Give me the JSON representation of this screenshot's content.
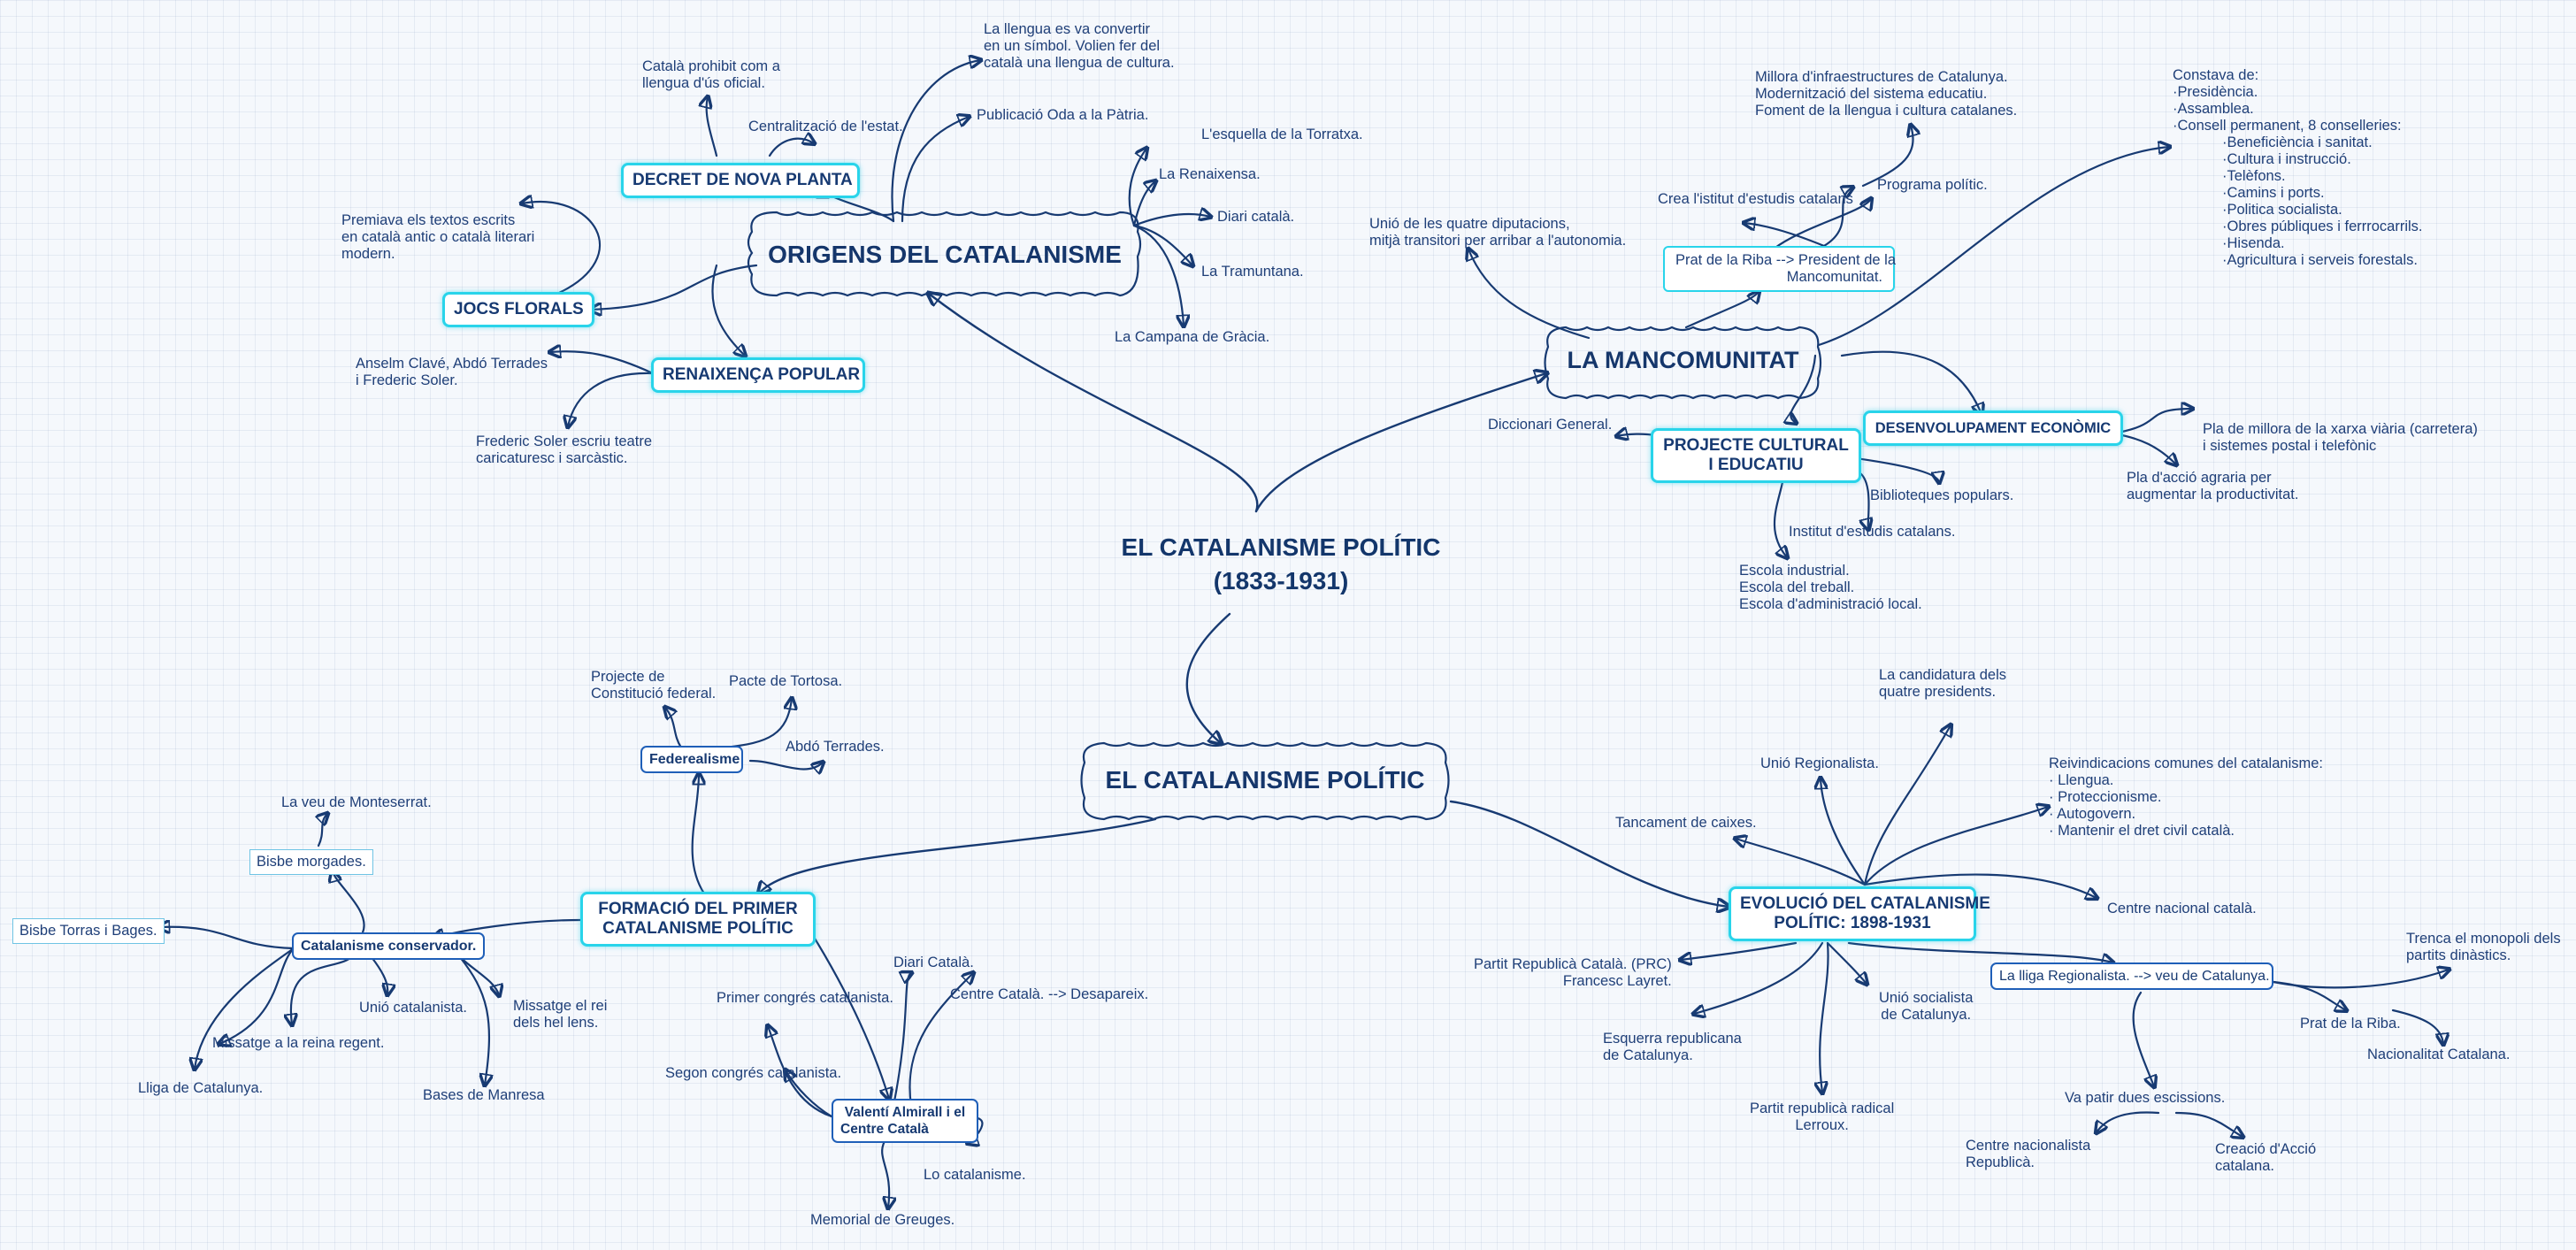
{
  "title": [
    "EL CATALANISME POLÍTIC",
    "(1833-1931)"
  ],
  "clouds": {
    "origens": "ORIGENS DEL CATALANISME",
    "mancomunitat": "LA MANCOMUNITAT",
    "politic": "EL CATALANISME POLÍTIC"
  },
  "origens": {
    "decret": "DECRET DE NOVA PLANTA",
    "decret_prohibit": [
      "Català prohibit com a",
      "llengua d'ús oficial."
    ],
    "decret_centralitzacio": "Centralització de l'estat.",
    "llengua": [
      "La llengua es va convertir",
      "en un símbol. Volien fer del",
      "català una llengua de cultura."
    ],
    "oda": "Publicació Oda a la Pàtria.",
    "premsa": {
      "esquella": "L'esquella de la Torratxa.",
      "renaixensa": "La Renaixensa.",
      "diari": "Diari català.",
      "tramuntana": "La Tramuntana.",
      "campana": "La Campana de Gràcia."
    },
    "jocs": "JOCS FLORALS",
    "jocs_desc": [
      "Premiava els textos escrits",
      "en català antic o català literari",
      "modern."
    ],
    "renaixenca": "RENAIXENÇA POPULAR",
    "renaixenca_autors": [
      "Anselm Clavé, Abdó Terrades",
      "i Frederic Soler."
    ],
    "renaixenca_soler": [
      "Frederic Soler escriu teatre",
      "caricaturesc i sarcàstic."
    ]
  },
  "mancomunitat": {
    "unio": [
      "Unió de les quatre diputacions,",
      "mitjà transitori per arribar a l'autonomia."
    ],
    "prat": [
      "Prat de la Riba --> President de la",
      "Mancomunitat."
    ],
    "istitut": "Crea l'istitut d'estudis catalans",
    "programa": "Programa polític.",
    "programa_items": [
      "Millora d'infraestructures de Catalunya.",
      "Modernització del sistema educatiu.",
      "Foment de la llengua i cultura catalanes."
    ],
    "constava": [
      "Constava de:",
      "·Presidència.",
      "·Assamblea.",
      "·Consell permanent, 8 conselleries:"
    ],
    "conselleries": [
      "·Beneficiència i sanitat.",
      "·Cultura i instrucció.",
      "·Telèfons.",
      "·Camins i ports.",
      "·Politica socialista.",
      "·Obres públiques i ferrrocarrils.",
      "·Hisenda.",
      "·Agricultura i serveis forestals."
    ],
    "projecte": [
      "PROJECTE CULTURAL",
      "I EDUCATIU"
    ],
    "diccionari": "Diccionari General.",
    "biblioteques": "Biblioteques populars.",
    "institut": "Institut d'estudis catalans.",
    "escoles": [
      "Escola industrial.",
      "Escola del treball.",
      "Escola d'administració local."
    ],
    "desenvolupament": "DESENVOLUPAMENT ECONÒMIC",
    "pla_xarxa": [
      "Pla de millora de la xarxa viària (carretera)",
      "i sistemes postal i telefònic"
    ],
    "pla_agraria": [
      "Pla d'acció agraria per",
      "augmentar la productivitat."
    ]
  },
  "formacio": {
    "title": [
      "FORMACIÓ DEL PRIMER",
      "CATALANISME POLÍTIC"
    ],
    "federalisme": "Federealisme",
    "projecte_constitucio": [
      "Projecte de",
      "Constitució federal."
    ],
    "pacte": "Pacte de Tortosa.",
    "abdo": "Abdó Terrades.",
    "conservador": "Catalanisme conservador.",
    "bisbe_morgades": "Bisbe morgades.",
    "veu_monteserrat": "La veu de Monteserrat.",
    "bisbe_torras": "Bisbe Torras i Bages.",
    "unio_catalanista": "Unió catalanista.",
    "missatge_rei": [
      "Missatge el rei",
      "dels hel lens."
    ],
    "missatge_reina": "Missatge a la reina regent.",
    "lliga": "Lliga de Catalunya.",
    "bases": "Bases de Manresa",
    "almirall": [
      "Valentí Almirall i el",
      "Centre Català"
    ],
    "diari_catala": "Diari Català.",
    "centre_catala": "Centre Català. --> Desapareix.",
    "primer_congres": "Primer congrés catalanista.",
    "segon_congres": "Segon congrés catalanista.",
    "lo_catalanisme": "Lo catalanisme.",
    "memorial": "Memorial de Greuges."
  },
  "evolucio": {
    "title": [
      "EVOLUCIÓ DEL CATALANISME",
      "POLÍTIC: 1898-1931"
    ],
    "candidatura": [
      "La candidatura dels",
      "quatre presidents."
    ],
    "unio_regionalista": "Unió Regionalista.",
    "tancament": "Tancament de caixes.",
    "reivindicacions": [
      "Reivindicacions comunes del catalanisme:",
      "· Llengua.",
      "· Proteccionisme.",
      "· Autogovern.",
      "· Mantenir el dret civil català."
    ],
    "centre_nacional": "Centre nacional català.",
    "prc": [
      "Partit Republicà Català. (PRC)",
      "Francesc Layret."
    ],
    "esquerra": [
      "Esquerra republicana",
      "de Catalunya."
    ],
    "radical": [
      "Partit republicà radical",
      "Lerroux."
    ],
    "socialista": [
      "Unió socialista",
      "de Catalunya."
    ],
    "lliga_regionalista": "La lliga Regionalista. --> veu de Catalunya.",
    "trenca": [
      "Trenca el monopoli dels",
      "partits dinàstics."
    ],
    "prat_riba": "Prat de la Riba.",
    "nacionalitat": "Nacionalitat Catalana.",
    "escissions": "Va patir dues escissions.",
    "centre_nacionalista": [
      "Centre nacionalista",
      "Republicà."
    ],
    "accio_catalana": [
      "Creació d'Acció",
      "catalana."
    ]
  }
}
